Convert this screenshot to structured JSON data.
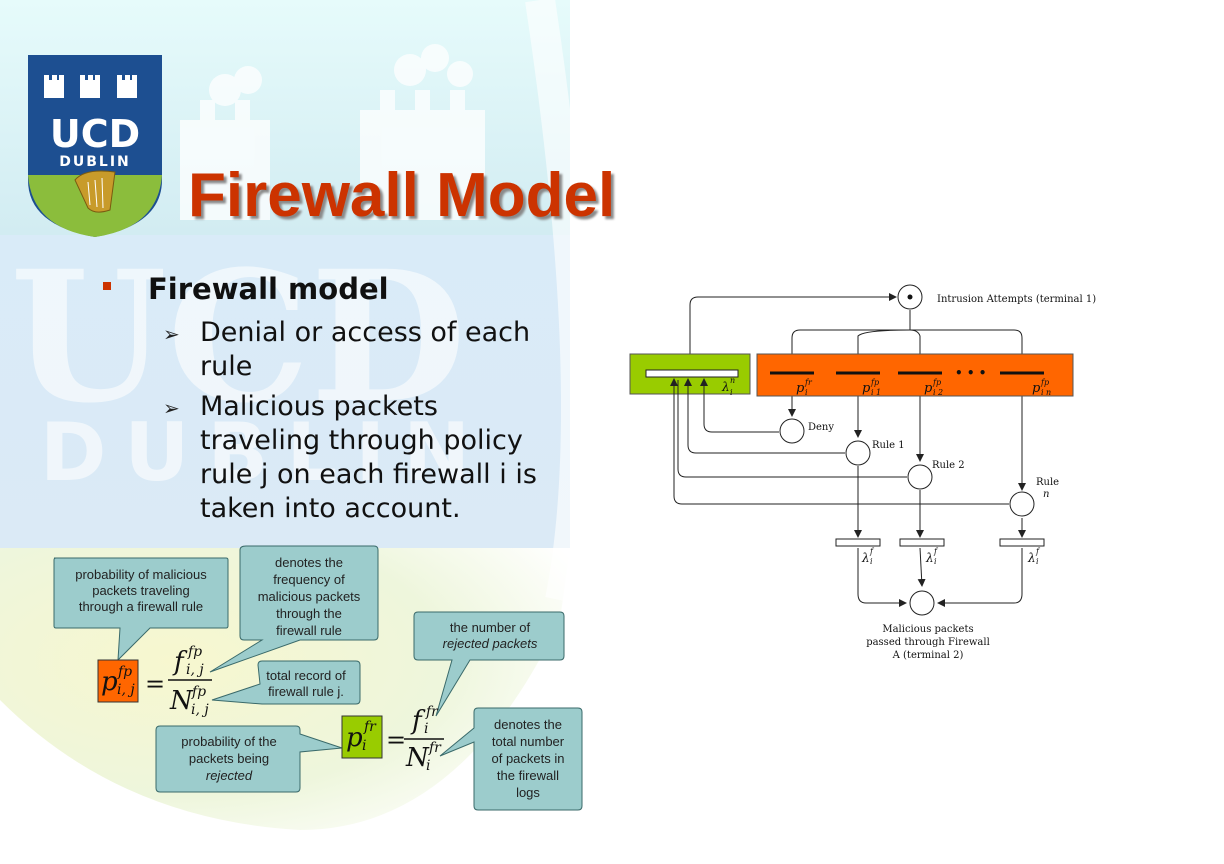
{
  "slide": {
    "title": "Firewall Model",
    "logo": {
      "line1": "UCD",
      "line2": "DUBLIN"
    },
    "watermark": {
      "line1": "UCD",
      "line2": "DUBLIN"
    },
    "bullet": "Firewall model",
    "subbullets": [
      "Denial or access of each rule",
      "Malicious packets traveling through policy rule j on each firewall i is taken into account."
    ],
    "colors": {
      "title": "#cc3300",
      "orange": "#ff6600",
      "green": "#99cc00",
      "callout": "#9ccccc"
    }
  },
  "callouts": {
    "c1": [
      "probability of malicious",
      "packets traveling",
      "through a firewall rule"
    ],
    "c2": [
      "denotes the",
      "frequency of",
      "malicious packets",
      "through the",
      "firewall rule"
    ],
    "c3": [
      "total record of",
      "firewall rule j."
    ],
    "c4": [
      "probability of the",
      "packets being",
      "rejected"
    ],
    "c5": [
      "the number of",
      "rejected packets"
    ],
    "c6": [
      "denotes the",
      "total number",
      "of packets in",
      "the firewall",
      "logs"
    ]
  },
  "formulas": {
    "fp": {
      "lhs": "p",
      "sup": "fp",
      "sub": "i, j",
      "num": "f",
      "num_sup": "fp",
      "num_sub": "i, j",
      "den": "N",
      "den_sup": "fp",
      "den_sub": "i, j",
      "eq": "="
    },
    "fr": {
      "lhs": "p",
      "sup": "fr",
      "sub": "i",
      "num": "f",
      "num_sup": "fr",
      "num_sub": "i",
      "den": "N",
      "den_sup": "fr",
      "den_sub": "i",
      "eq": "="
    }
  },
  "diagram": {
    "intrusion": "Intrusion Attempts (terminal 1)",
    "deny": "Deny",
    "rule1": "Rule 1",
    "rule2": "Rule 2",
    "rulen_1": "Rule",
    "rulen_2": "n",
    "dots": "• • •",
    "p_base": "p",
    "p_i": "i",
    "labels": [
      {
        "sup": "fr",
        "sub": ""
      },
      {
        "sup": "fp",
        "sub": "1"
      },
      {
        "sup": "fp",
        "sub": "2"
      },
      {
        "sup": "fp",
        "sub": "n"
      }
    ],
    "lambda": "λ",
    "lambda_n": "n",
    "lambda_f": "f",
    "lambda_i": "i",
    "output_1": "Malicious packets",
    "output_2": "passed through Firewall",
    "output_3": "A (terminal 2)"
  }
}
